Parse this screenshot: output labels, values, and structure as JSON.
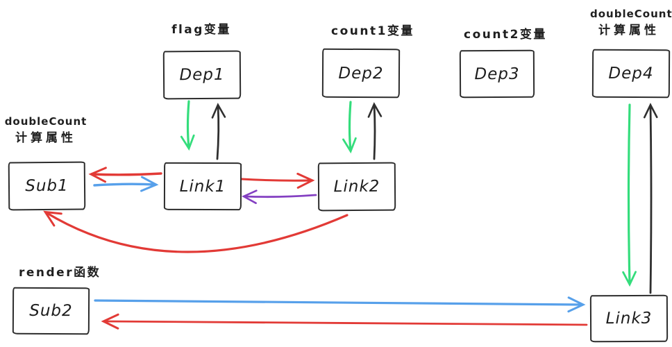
{
  "canvas": {
    "background": "#ffffff"
  },
  "colors": {
    "box_stroke": "#2c2c2c",
    "text": "#1f1f1f",
    "green": "#34dd7c",
    "black": "#2f2f2f",
    "red": "#e23a36",
    "blue": "#57a0ea",
    "purple": "#8440c2"
  },
  "diagram": {
    "nodes": [
      {
        "id": "dep1",
        "label": "Dep1",
        "caption_lines": [
          "flag变量"
        ]
      },
      {
        "id": "dep2",
        "label": "Dep2",
        "caption_lines": [
          "count1变量"
        ]
      },
      {
        "id": "dep3",
        "label": "Dep3",
        "caption_lines": [
          "count2变量"
        ]
      },
      {
        "id": "dep4",
        "label": "Dep4",
        "caption_lines": [
          "doubleCount",
          "计算属性"
        ]
      },
      {
        "id": "sub1",
        "label": "Sub1",
        "caption_lines": [
          "doubleCount",
          "计算属性"
        ]
      },
      {
        "id": "link1",
        "label": "Link1",
        "caption_lines": []
      },
      {
        "id": "link2",
        "label": "Link2",
        "caption_lines": []
      },
      {
        "id": "sub2",
        "label": "Sub2",
        "caption_lines": [
          "render函数"
        ]
      },
      {
        "id": "link3",
        "label": "Link3",
        "caption_lines": []
      }
    ],
    "edges": [
      {
        "from": "Dep1",
        "to": "Link1",
        "color": "green",
        "direction": "down"
      },
      {
        "from": "Link1",
        "to": "Dep1",
        "color": "black",
        "direction": "up"
      },
      {
        "from": "Dep2",
        "to": "Link2",
        "color": "green",
        "direction": "down"
      },
      {
        "from": "Link2",
        "to": "Dep2",
        "color": "black",
        "direction": "up"
      },
      {
        "from": "Dep4",
        "to": "Link3",
        "color": "green",
        "direction": "down"
      },
      {
        "from": "Link3",
        "to": "Dep4",
        "color": "black",
        "direction": "up"
      },
      {
        "from": "Link1",
        "to": "Sub1",
        "color": "red",
        "direction": "left"
      },
      {
        "from": "Sub1",
        "to": "Link1",
        "color": "blue",
        "direction": "right"
      },
      {
        "from": "Link1",
        "to": "Link2",
        "color": "red",
        "direction": "right"
      },
      {
        "from": "Link2",
        "to": "Link1",
        "color": "purple",
        "direction": "left"
      },
      {
        "from": "Link2",
        "to": "Sub1",
        "color": "red",
        "direction": "curved-left"
      },
      {
        "from": "Sub2",
        "to": "Link3",
        "color": "blue",
        "direction": "right"
      },
      {
        "from": "Link3",
        "to": "Sub2",
        "color": "red",
        "direction": "left"
      }
    ]
  }
}
